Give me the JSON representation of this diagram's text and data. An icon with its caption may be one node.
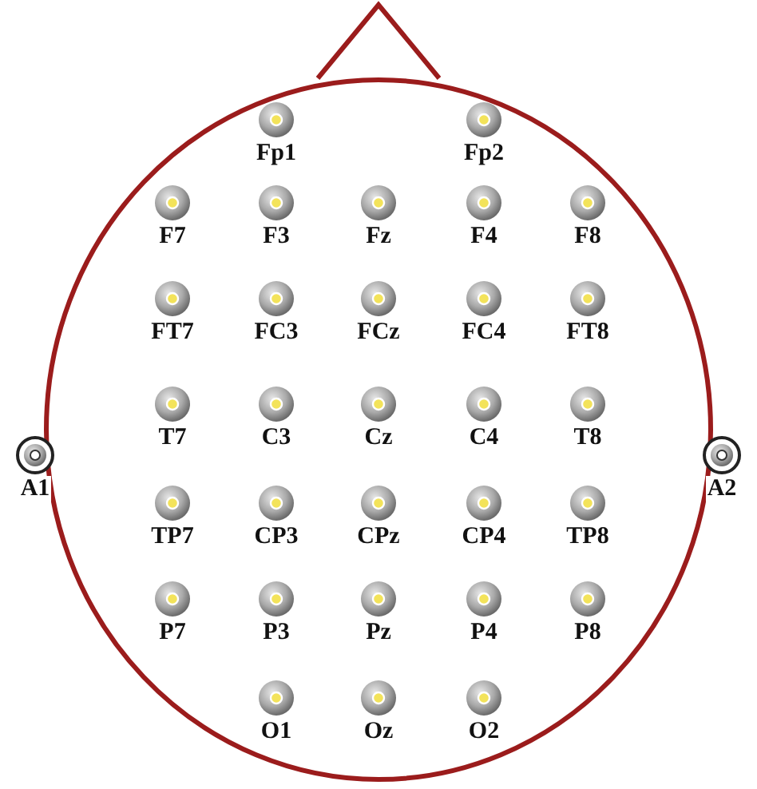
{
  "diagram": {
    "nodes": [
      {
        "text": [],
        "shape": "circle"
      },
      {
        "text": [
          "Fp1"
        ],
        "in": 0
      },
      {
        "text": [
          "Fp2"
        ],
        "in": 0
      },
      {
        "text": [
          "F7"
        ],
        "in": 0
      },
      {
        "text": [
          "F3"
        ],
        "in": 0
      },
      {
        "text": [
          "Fz"
        ],
        "in": 0
      },
      {
        "text": [
          "F4"
        ],
        "in": 0
      },
      {
        "text": [
          "F8"
        ],
        "in": 0
      },
      {
        "text": [
          "FT7"
        ],
        "in": 0
      },
      {
        "text": [
          "FC3"
        ],
        "in": 0
      },
      {
        "text": [
          "FCz"
        ],
        "in": 0
      },
      {
        "text": [
          "FC4"
        ],
        "in": 0
      },
      {
        "text": [
          "FT8"
        ],
        "in": 0
      },
      {
        "text": [
          "T7"
        ],
        "in": 0
      },
      {
        "text": [
          "C3"
        ],
        "in": 0
      },
      {
        "text": [
          "Cz"
        ],
        "in": 0
      },
      {
        "text": [
          "C4"
        ],
        "in": 0
      },
      {
        "text": [
          "T8"
        ],
        "in": 0
      },
      {
        "text": [
          "A1"
        ]
      },
      {
        "text": [
          "A2"
        ]
      },
      {
        "text": [
          "TP7"
        ],
        "in": 0
      },
      {
        "text": [
          "CP3"
        ],
        "in": 0
      },
      {
        "text": [
          "CPz"
        ],
        "in": 0
      },
      {
        "text": [
          "CP4"
        ],
        "in": 0
      },
      {
        "text": [
          "TP8"
        ],
        "in": 0
      },
      {
        "text": [
          "P7"
        ],
        "in": 0
      },
      {
        "text": [
          "P3"
        ],
        "in": 0
      },
      {
        "text": [
          "Pz"
        ],
        "in": 0
      },
      {
        "text": [
          "P4"
        ],
        "in": 0
      },
      {
        "text": [
          "P8"
        ],
        "in": 0
      },
      {
        "text": [
          "O1"
        ],
        "in": 0
      },
      {
        "text": [
          "Oz"
        ],
        "in": 0
      },
      {
        "text": [
          "O2"
        ],
        "in": 0
      }
    ]
  }
}
